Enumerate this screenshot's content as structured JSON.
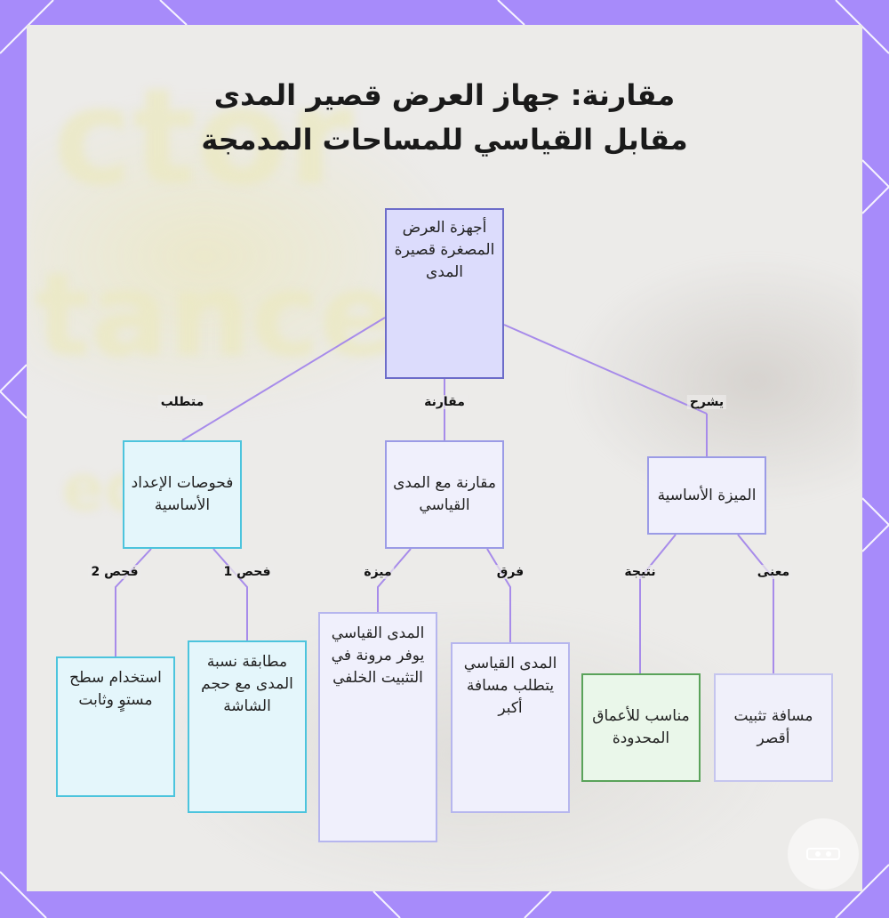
{
  "title": {
    "line1": "مقارنة: جهاز العرض قصير المدى",
    "line2": "مقابل القياسي للمساحات المدمجة"
  },
  "background_text": [
    "ctor",
    "tance",
    "ed"
  ],
  "nodes": {
    "root": "أجهزة العرض المصغرة قصيرة المدى",
    "setup_checks": "فحوصات الإعداد الأساسية",
    "comparison": "مقارنة مع المدى القياسي",
    "key_feature": "الميزة الأساسية",
    "check2_result": "استخدام سطح مستوٍ وثابت",
    "check1_result": "مطابقة نسبة المدى مع حجم الشاشة",
    "advantage_result": "المدى القياسي يوفر مرونة في التثبيت الخلفي",
    "difference_result": "المدى القياسي يتطلب مسافة أكبر",
    "result_node": "مناسب للأعماق المحدودة",
    "meaning_node": "مسافة تثبيت أقصر"
  },
  "edge_labels": {
    "requires": "متطلب",
    "compare": "مقارنة",
    "explains": "يشرح",
    "check2": "فحص 2",
    "check1": "فحص 1",
    "advantage": "ميزة",
    "difference": "فرق",
    "result": "نتيجة",
    "meaning": "معنى"
  },
  "colors": {
    "frame": "#a78bfa",
    "edge": "#a78bea",
    "root_fill": "#dcdcfc",
    "cyan_fill": "#e4f6fb",
    "green_border": "#5aa35a"
  }
}
